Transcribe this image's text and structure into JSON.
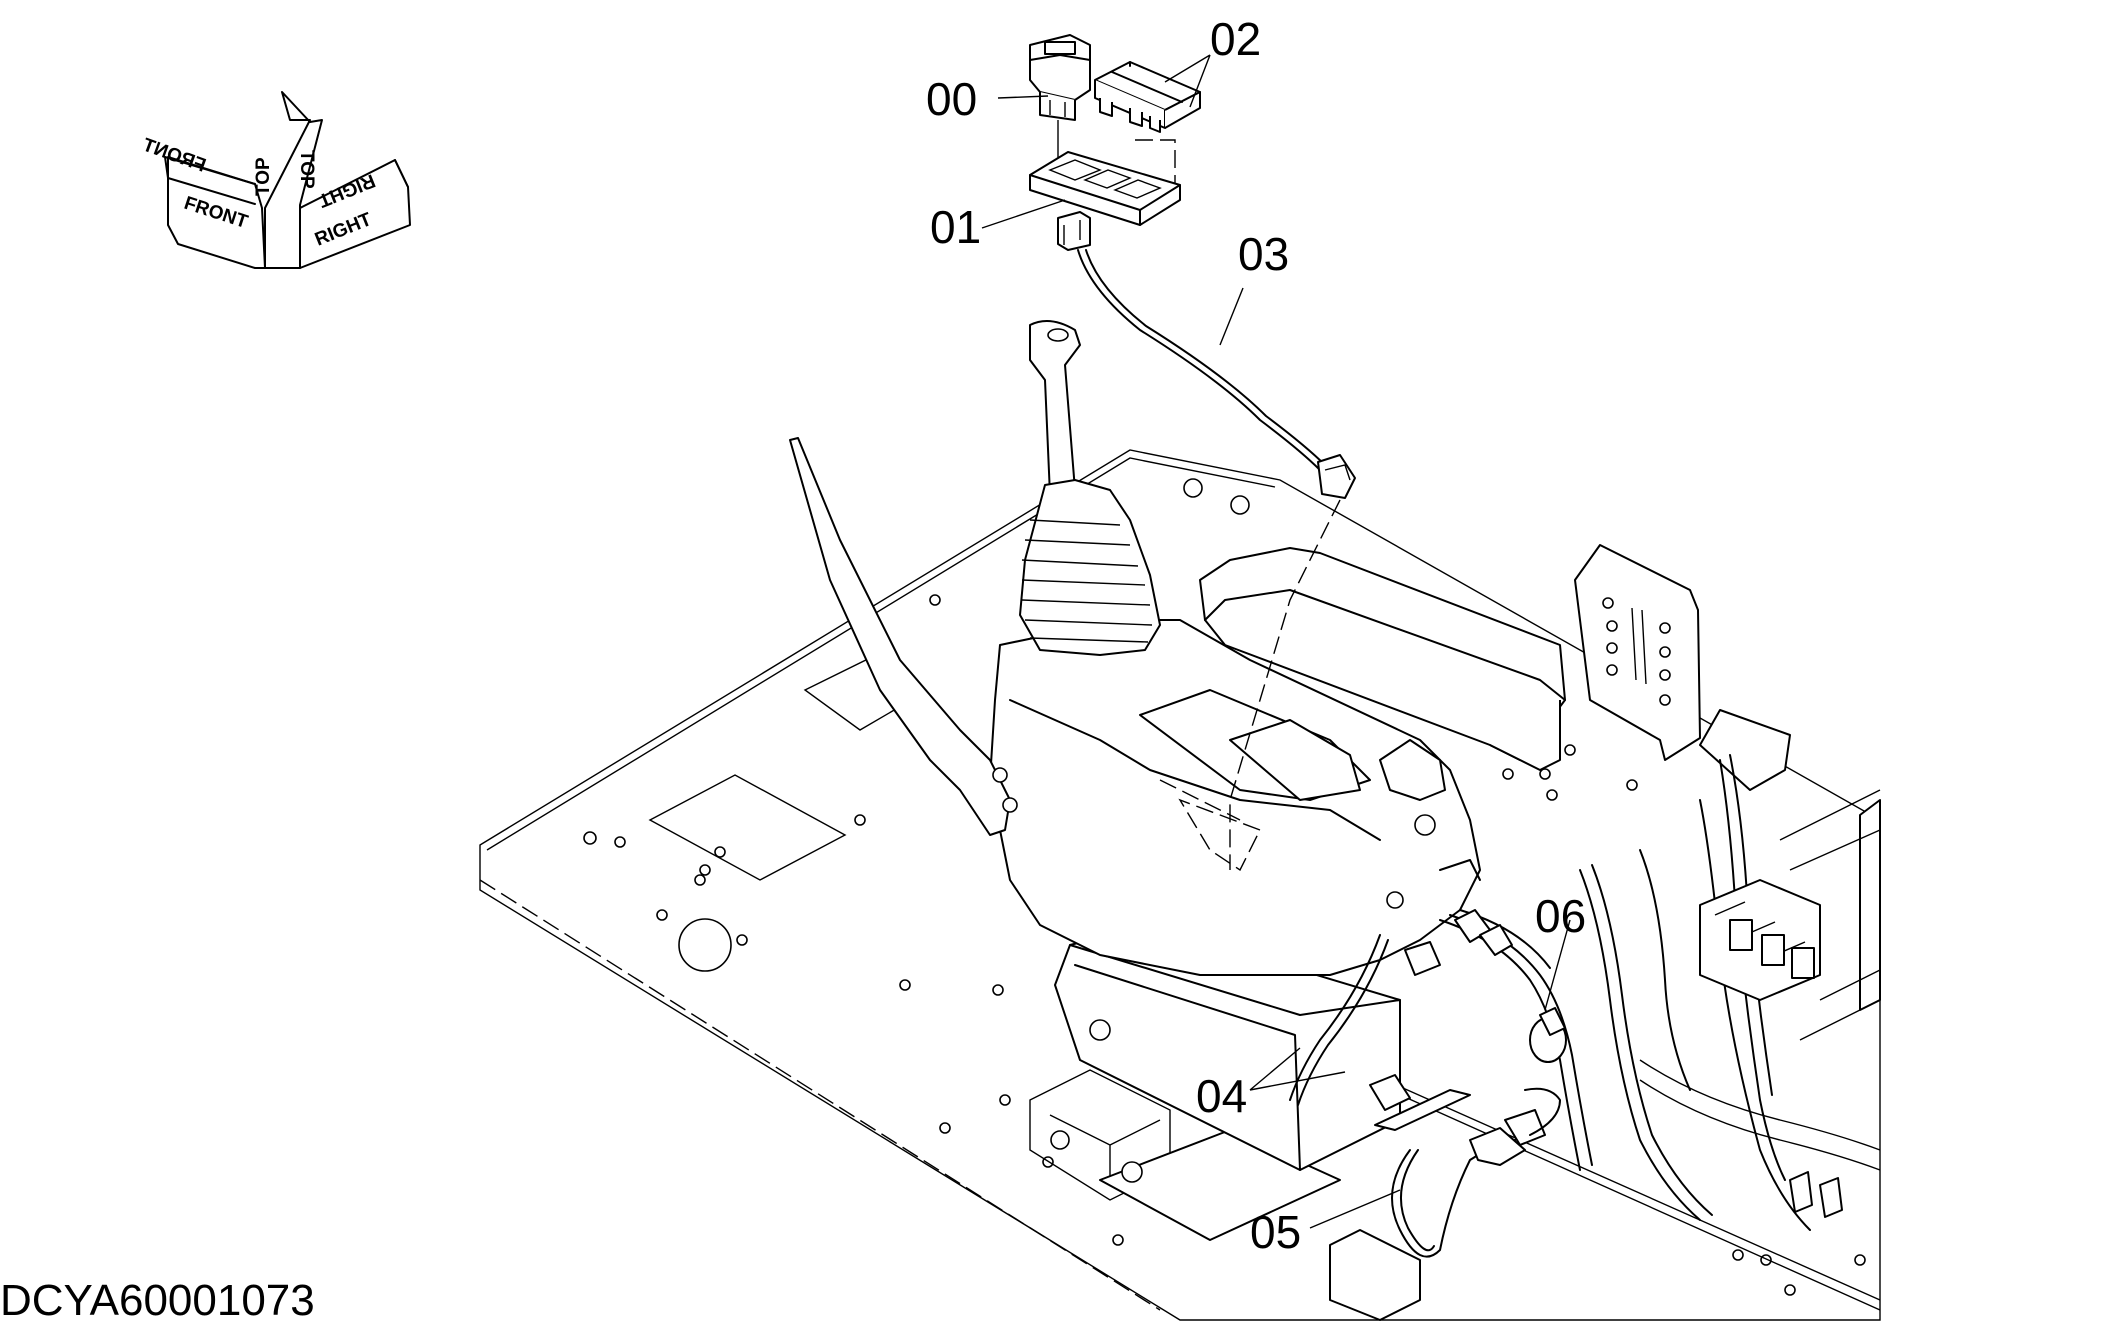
{
  "drawing": {
    "code": "DCYA60001073",
    "orientation": {
      "front": "FRONT",
      "top": "TOP",
      "right": "RIGHT"
    },
    "callouts": [
      "00",
      "01",
      "02",
      "03",
      "04",
      "05",
      "06"
    ]
  }
}
